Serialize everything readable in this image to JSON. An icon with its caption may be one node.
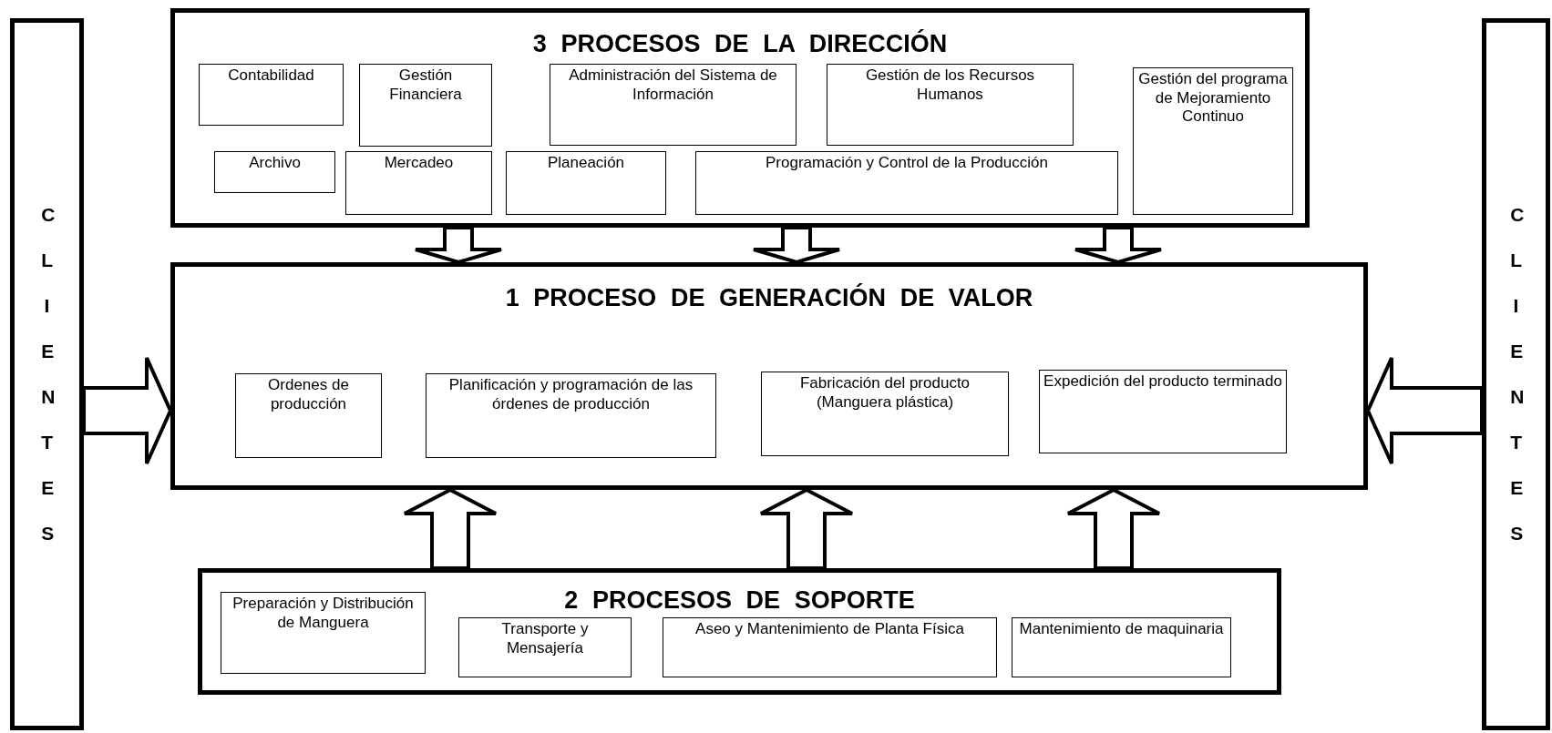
{
  "diagram": {
    "nodes": [
      {
        "text": [
          "3 PROCESOS DE LA DIRECCIÓN"
        ]
      },
      {
        "text": [
          "Contabilidad"
        ],
        "in": 0
      },
      {
        "text": [
          "Gestión Financiera"
        ],
        "in": 0
      },
      {
        "text": [
          "Administración del Sistema de Información"
        ],
        "in": 0
      },
      {
        "text": [
          "Gestión de los Recursos Humanos"
        ],
        "in": 0
      },
      {
        "text": [
          "Gestión del programa de Mejoramiento Continuo"
        ],
        "in": 0
      },
      {
        "text": [
          "Archivo"
        ],
        "in": 0
      },
      {
        "text": [
          "Mercadeo"
        ],
        "in": 0
      },
      {
        "text": [
          "Planeación"
        ],
        "in": 0
      },
      {
        "text": [
          "Programación y Control de la Producción"
        ],
        "in": 0
      },
      {
        "text": [
          "CLIENTES"
        ]
      },
      {
        "text": [
          "1 PROCESO DE GENERACIÓN DE VALOR"
        ]
      },
      {
        "text": [
          "Ordenes de producción"
        ],
        "in": 11
      },
      {
        "text": [
          "Planificación y programación de las órdenes de producción"
        ],
        "in": 11
      },
      {
        "text": [
          "Fabricación del producto (Manguera plástica)"
        ],
        "in": 11
      },
      {
        "text": [
          "Expedición del producto terminado"
        ],
        "in": 11
      },
      {
        "text": [
          "CLIENTES"
        ]
      },
      {
        "text": [
          "2 PROCESOS DE SOPORTE"
        ]
      },
      {
        "text": [
          "Preparación y Distribución de Manguera"
        ],
        "in": 17
      },
      {
        "text": [
          "Transporte y Mensajería"
        ],
        "in": 17
      },
      {
        "text": [
          "Aseo y Mantenimiento de Planta Física"
        ],
        "in": 17
      },
      {
        "text": [
          "Mantenimiento de maquinaria"
        ],
        "in": 17
      }
    ],
    "edges": [
      {
        "from": 0,
        "to": 11,
        "arrow": "to"
      },
      {
        "from": 0,
        "to": 11,
        "arrow": "to"
      },
      {
        "from": 0,
        "to": 11,
        "arrow": "to"
      },
      {
        "from": 17,
        "to": 11,
        "arrow": "to"
      },
      {
        "from": 17,
        "to": 11,
        "arrow": "to"
      },
      {
        "from": 17,
        "to": 11,
        "arrow": "to"
      },
      {
        "from": 10,
        "to": 11,
        "arrow": "to"
      },
      {
        "from": 16,
        "to": 11,
        "arrow": "to"
      }
    ]
  }
}
